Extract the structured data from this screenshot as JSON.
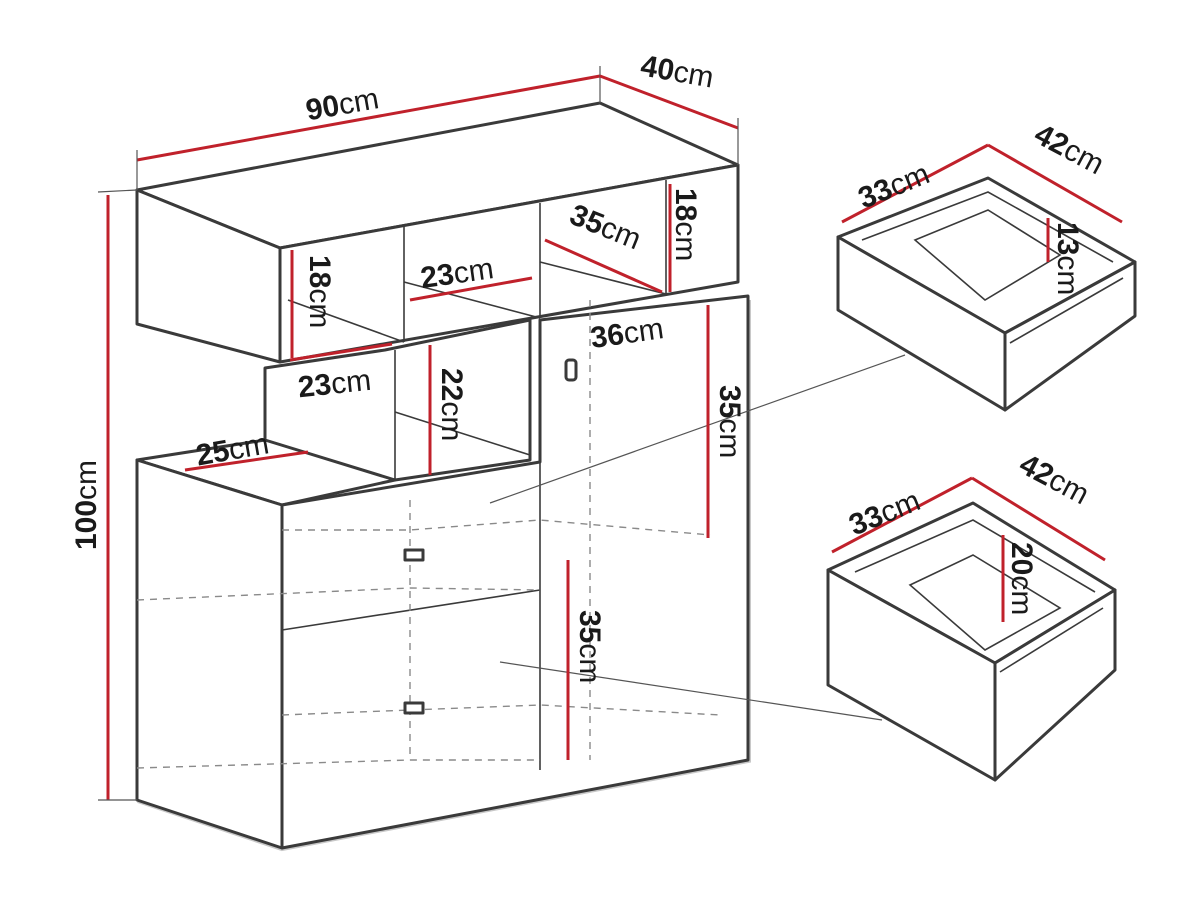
{
  "dimensions": {
    "cabinet_width": {
      "value": "90",
      "unit": "cm"
    },
    "cabinet_depth": {
      "value": "40",
      "unit": "cm"
    },
    "cabinet_height": {
      "value": "100",
      "unit": "cm"
    },
    "top_shelf_height_left": {
      "value": "18",
      "unit": "cm"
    },
    "top_shelf_height_right": {
      "value": "18",
      "unit": "cm"
    },
    "top_shelf_width_middle": {
      "value": "23",
      "unit": "cm"
    },
    "top_shelf_depth_right": {
      "value": "35",
      "unit": "cm"
    },
    "open_niche_width": {
      "value": "23",
      "unit": "cm"
    },
    "open_niche_height": {
      "value": "22",
      "unit": "cm"
    },
    "door_width": {
      "value": "36",
      "unit": "cm"
    },
    "door_upper_height": {
      "value": "35",
      "unit": "cm"
    },
    "door_lower_height": {
      "value": "35",
      "unit": "cm"
    },
    "left_top_depth": {
      "value": "25",
      "unit": "cm"
    },
    "drawer1_width": {
      "value": "33",
      "unit": "cm"
    },
    "drawer1_depth": {
      "value": "42",
      "unit": "cm"
    },
    "drawer1_height": {
      "value": "13",
      "unit": "cm"
    },
    "drawer2_width": {
      "value": "33",
      "unit": "cm"
    },
    "drawer2_depth": {
      "value": "42",
      "unit": "cm"
    },
    "drawer2_height": {
      "value": "20",
      "unit": "cm"
    }
  },
  "colors": {
    "outline": "#3a3a3a",
    "dimension_line": "#c0212b",
    "background": "#ffffff"
  }
}
